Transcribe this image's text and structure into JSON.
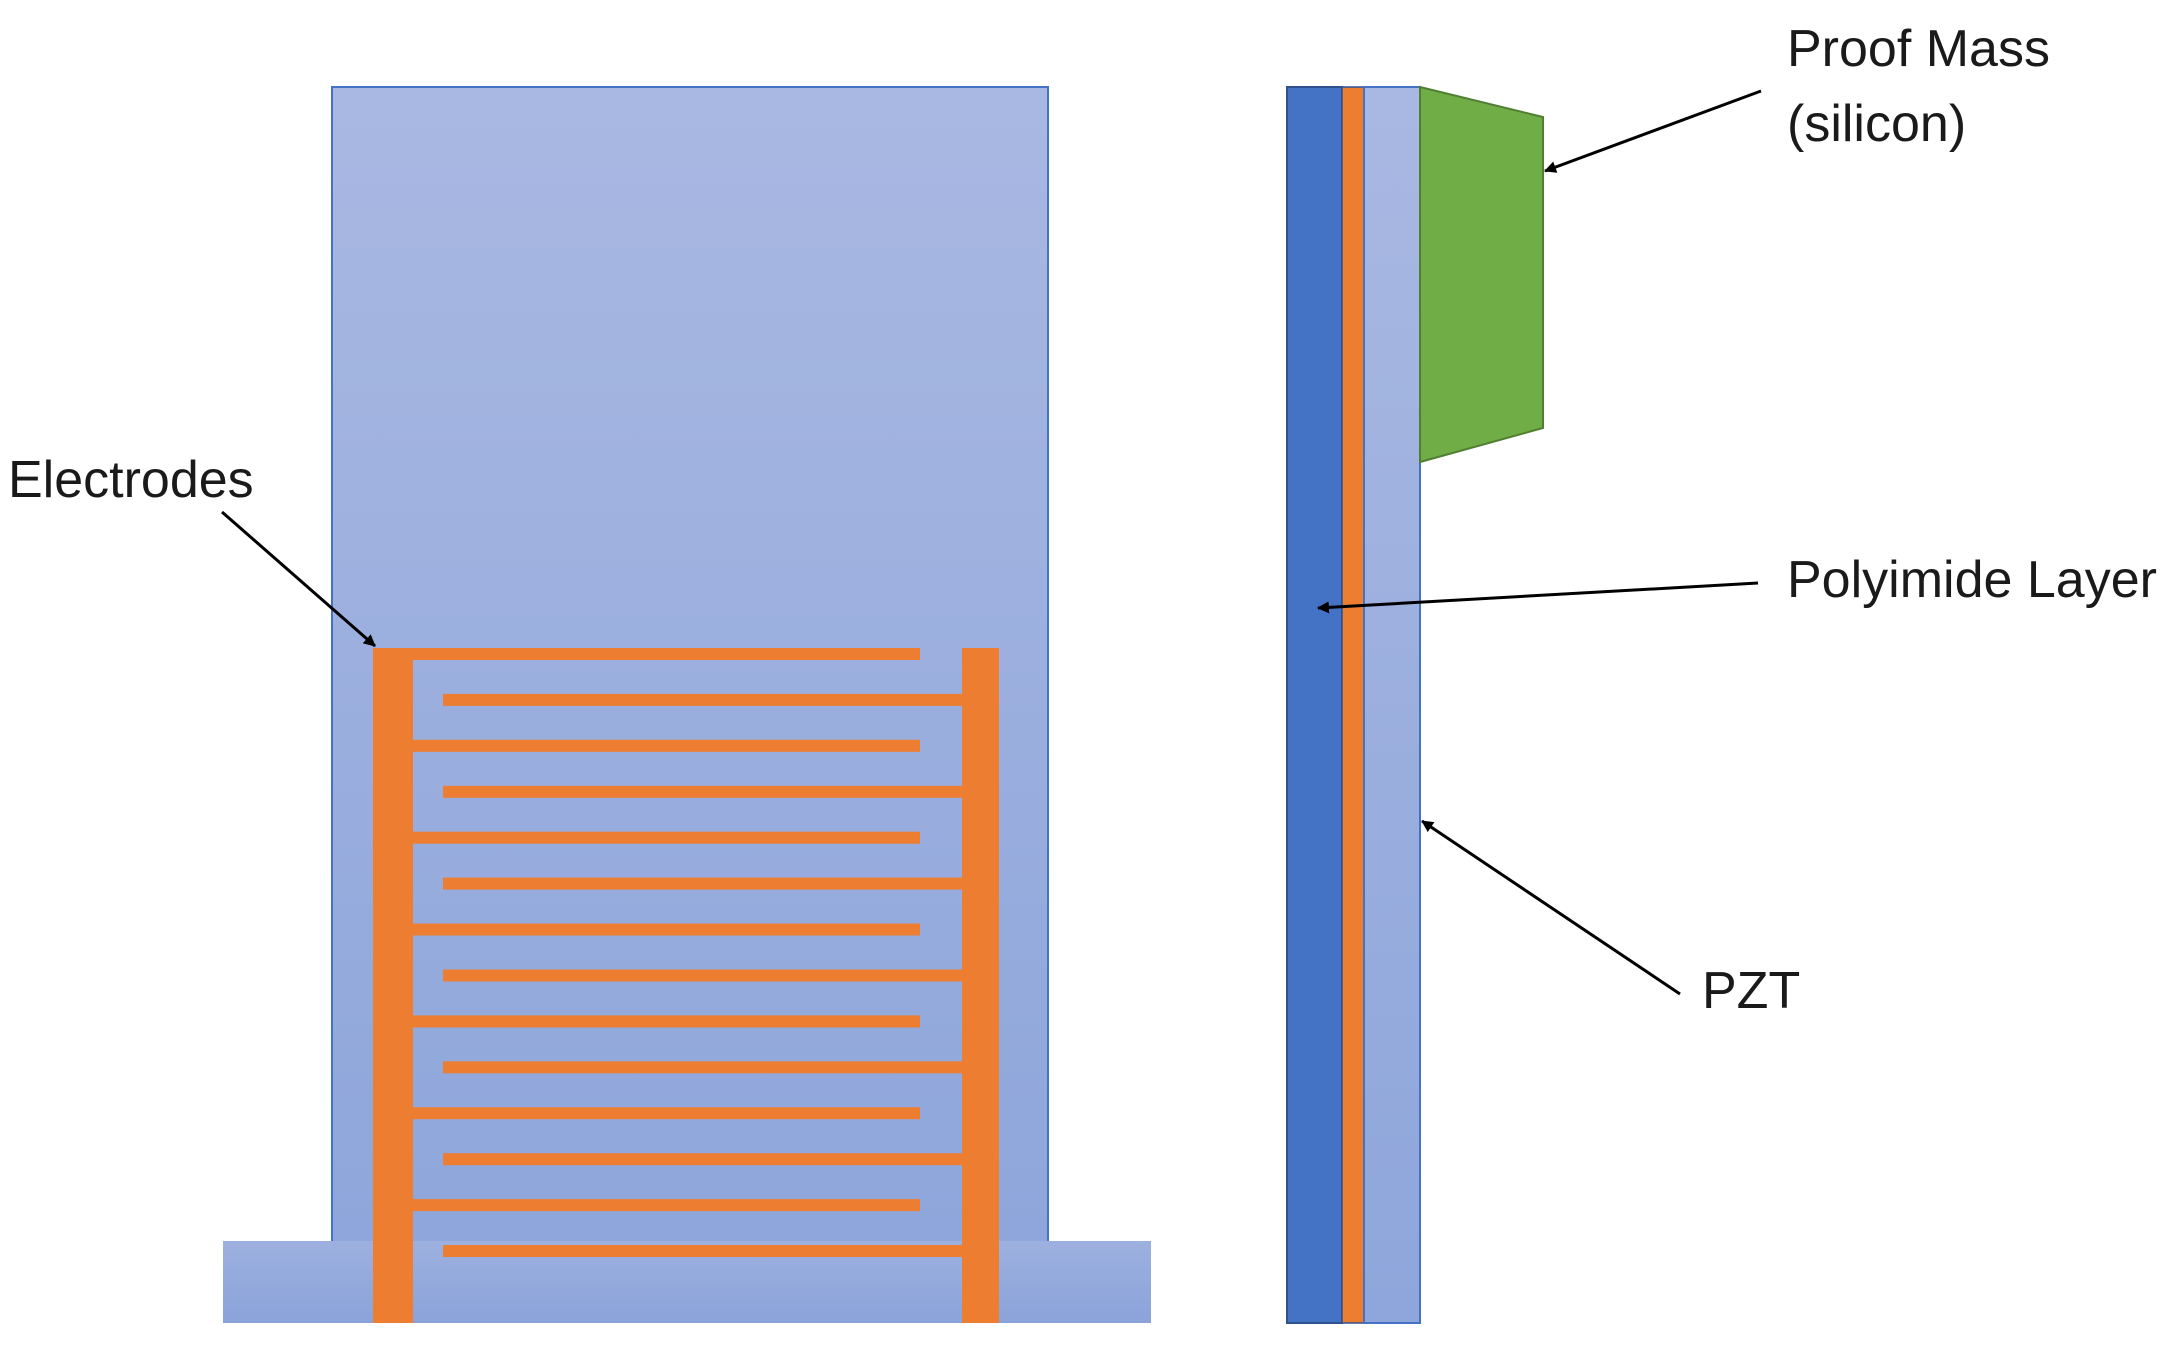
{
  "labels": {
    "electrodes": "Electrodes",
    "proof_mass_line1": "Proof Mass",
    "proof_mass_line2": "(silicon)",
    "polyimide_layer": "Polyimide Layer",
    "pzt": "PZT"
  },
  "colors": {
    "pzt_light_blue_top": "#a9b8e2",
    "pzt_light_blue_bottom": "#8ea6db",
    "pzt_border": "#4472c4",
    "polyimide_dark_blue": "#4472c4",
    "electrode_orange": "#ed7d31",
    "proof_mass_green": "#70ad47",
    "arrow_black": "#000000"
  },
  "electrode_fingers": {
    "from_left_comb": 7,
    "from_right_comb": 7
  }
}
